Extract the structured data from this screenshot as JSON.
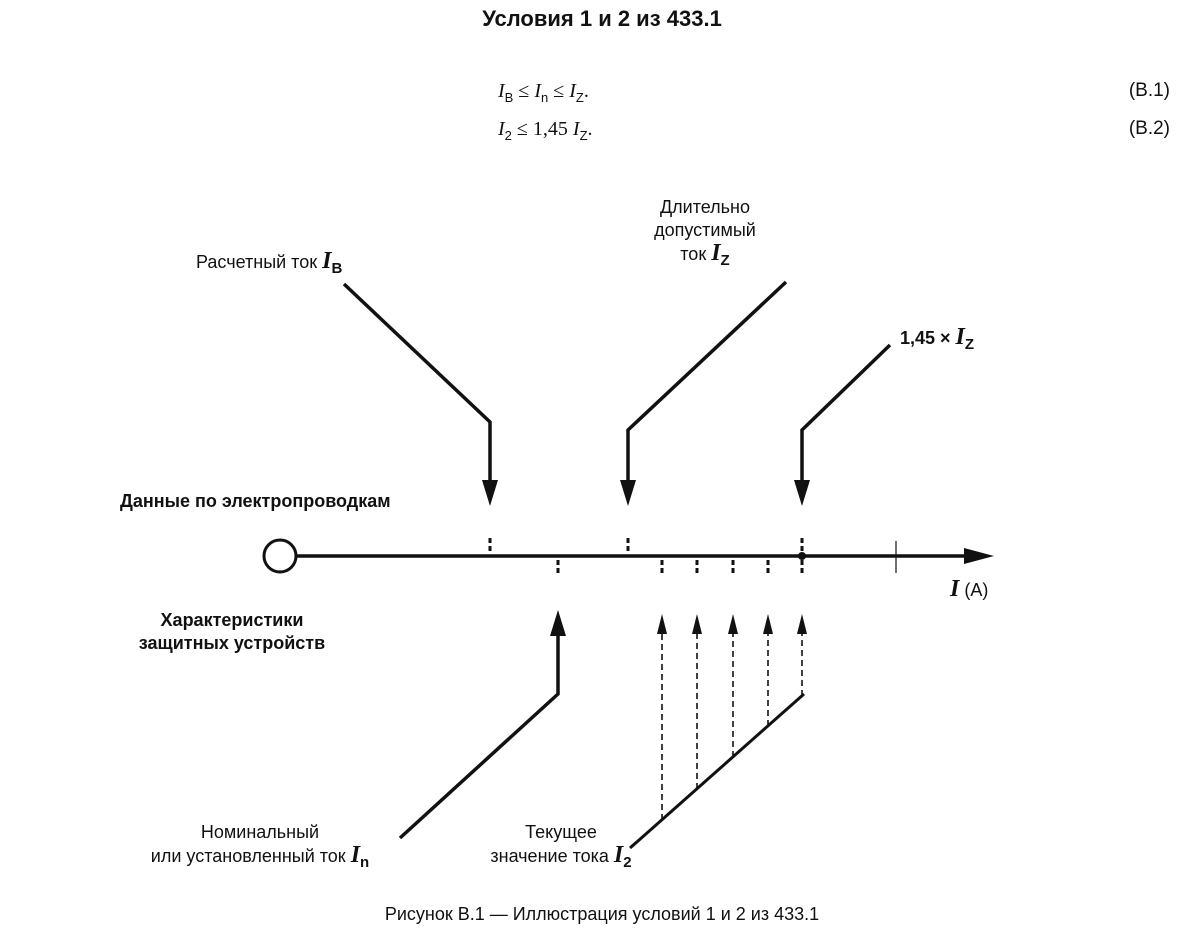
{
  "title": "Условия 1 и 2 из 433.1",
  "equations": [
    {
      "parts": [
        "I",
        "B",
        " ≤ ",
        "I",
        "n",
        " ≤ ",
        "I",
        "Z",
        "."
      ],
      "number": "(B.1)"
    },
    {
      "parts": [
        "I",
        "2",
        " ≤ 1,45 ",
        "I",
        "Z",
        "."
      ],
      "number": "(B.2)"
    }
  ],
  "labels": {
    "design_current": {
      "text": "Расчетный ток ",
      "symbol": "I",
      "sub": "B"
    },
    "allowable_current": {
      "line1": "Длительно",
      "line2": "допустимый",
      "line3": "ток ",
      "symbol": "I",
      "sub": "Z"
    },
    "factor": {
      "text": "1,45 × ",
      "symbol": "I",
      "sub": "Z"
    },
    "wiring_data": "Данные по электропроводкам",
    "protective_devices": {
      "line1": "Характеристики",
      "line2": "защитных устройств"
    },
    "rated_current": {
      "line1": "Номинальный",
      "line2": "или установленный ток ",
      "symbol": "I",
      "sub": "n"
    },
    "operating_current": {
      "line1": "Текущее",
      "line2": "значение тока ",
      "symbol": "I",
      "sub": "2"
    },
    "axis": {
      "symbol": "I",
      "unit": " (A)"
    }
  },
  "caption": "Рисунок B.1 — Иллюстрация условий 1 и 2 из 433.1",
  "colors": {
    "ink": "#111111"
  }
}
